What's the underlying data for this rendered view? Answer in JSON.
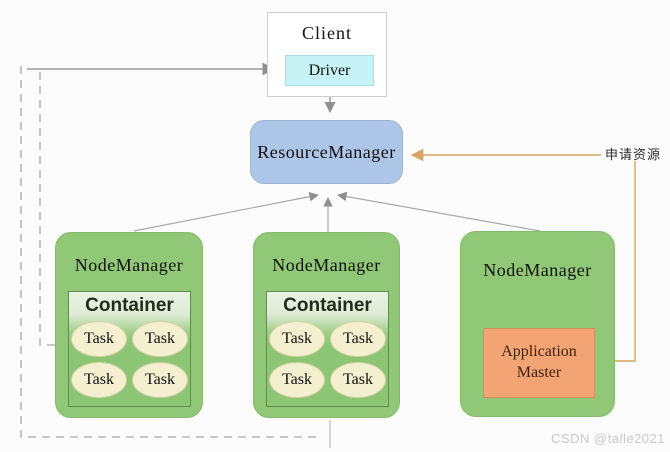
{
  "client": {
    "label": "Client",
    "driver_label": "Driver"
  },
  "resource_manager": {
    "label": "ResourceManager"
  },
  "node_managers": [
    {
      "label": "NodeManager",
      "container": {
        "label": "Container",
        "tasks": [
          "Task",
          "Task",
          "Task",
          "Task"
        ]
      }
    },
    {
      "label": "NodeManager",
      "container": {
        "label": "Container",
        "tasks": [
          "Task",
          "Task",
          "Task",
          "Task"
        ]
      }
    },
    {
      "label": "NodeManager",
      "application_master": {
        "label": "Application Master"
      }
    }
  ],
  "annotations": {
    "request_resources_label": "申请资源"
  },
  "watermark": {
    "text": "CSDN @talle2021"
  },
  "colors": {
    "node_manager_green": "#90c877",
    "container_inner_light_green": "#e7f1df",
    "resource_manager_blue": "#adc5e7",
    "driver_cyan": "#c8f3f6",
    "task_cream": "#f4efcf",
    "application_master_orange": "#f3a475",
    "request_line_orange": "#d9a361",
    "connector_gray": "#9a9a9a",
    "dashed_line_gray": "#b5b5b5"
  }
}
